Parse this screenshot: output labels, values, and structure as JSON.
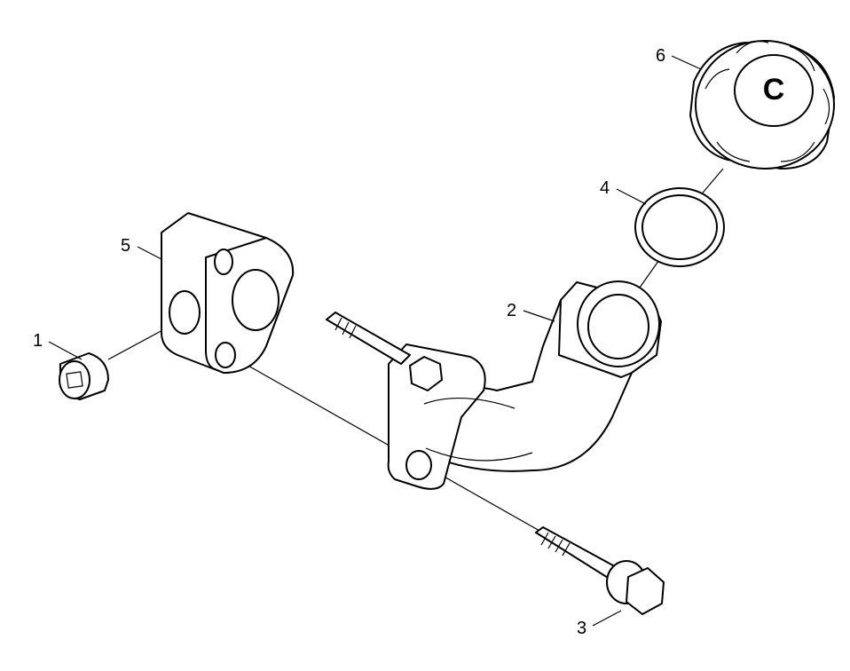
{
  "callouts": [
    {
      "id": "1",
      "label": "1"
    },
    {
      "id": "2",
      "label": "2"
    },
    {
      "id": "3",
      "label": "3"
    },
    {
      "id": "4",
      "label": "4"
    },
    {
      "id": "5",
      "label": "5"
    },
    {
      "id": "6",
      "label": "6"
    }
  ],
  "cap_symbol": "C"
}
